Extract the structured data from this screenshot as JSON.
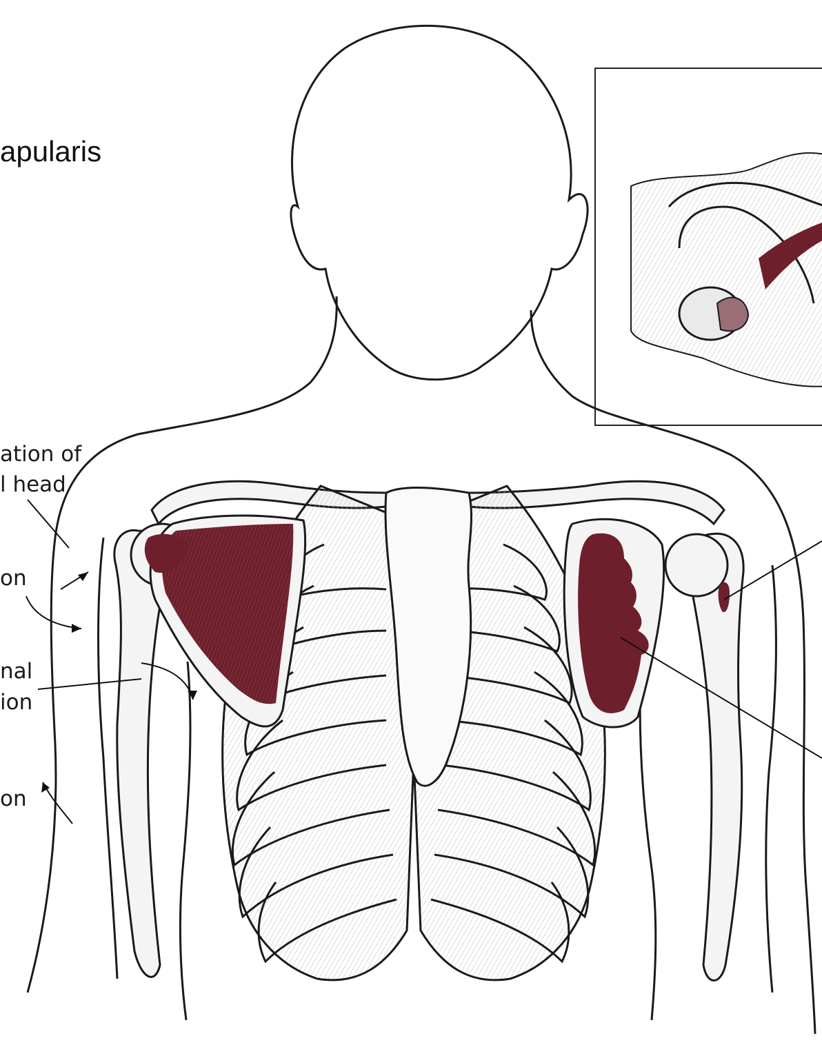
{
  "title": "apularis",
  "labels": {
    "head_line1": "ation of",
    "head_line2": "l head",
    "left_on_1": "on",
    "hal_line1": "nal",
    "hal_line2": "ion",
    "left_on_2": "on"
  },
  "colors": {
    "muscle": "#6e1f2c",
    "outline": "#1a1a1a",
    "bone": "#f4f4f4",
    "bone_shade": "#c8c8c8"
  }
}
